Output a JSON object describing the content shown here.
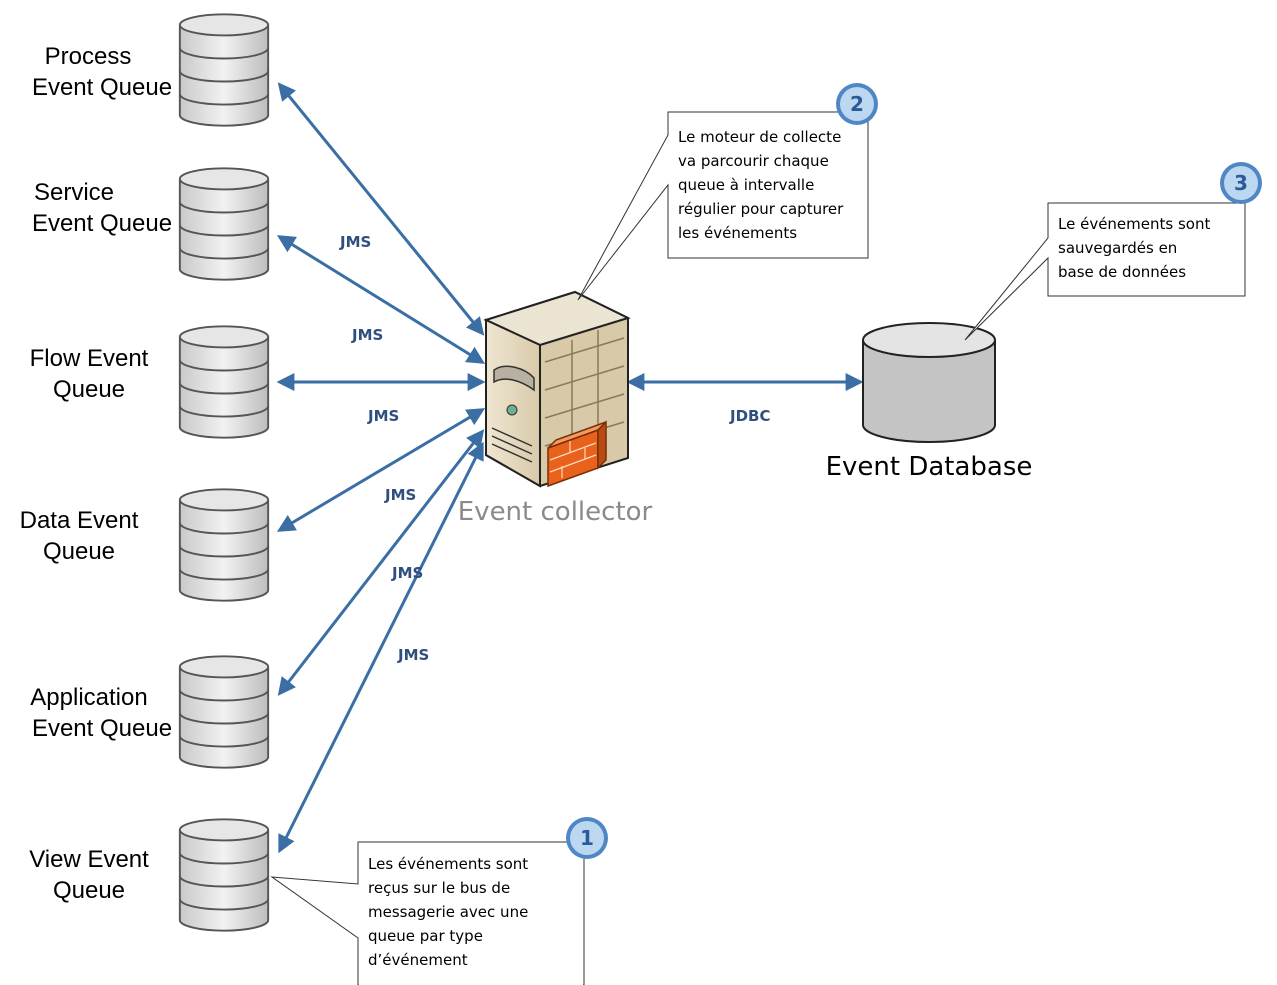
{
  "queues": [
    {
      "id": "process",
      "lines": [
        "Process",
        "Event Queue"
      ]
    },
    {
      "id": "service",
      "lines": [
        "Service",
        "Event Queue"
      ]
    },
    {
      "id": "flow",
      "lines": [
        "Flow Event",
        "Queue"
      ]
    },
    {
      "id": "data",
      "lines": [
        "Data Event",
        "Queue"
      ]
    },
    {
      "id": "application",
      "lines": [
        "Application",
        "Event Queue"
      ]
    },
    {
      "id": "view",
      "lines": [
        "View Event",
        "Queue"
      ]
    }
  ],
  "connections": {
    "jms_labels": [
      "JMS",
      "JMS",
      "JMS",
      "JMS",
      "JMS",
      "JMS"
    ],
    "jdbc_label": "JDBC"
  },
  "collector": {
    "label": "Event collector"
  },
  "database": {
    "label": "Event Database"
  },
  "callouts": [
    {
      "number": "1",
      "lines": [
        "Les événements sont",
        "reçus sur le bus de",
        "messagerie avec une",
        "queue par type",
        "d’événement"
      ]
    },
    {
      "number": "2",
      "lines": [
        "Le moteur de collecte",
        "va parcourir chaque",
        "queue à intervalle",
        "régulier pour capturer",
        "les événements"
      ]
    },
    {
      "number": "3",
      "lines": [
        "Le événements sont",
        "sauvegardés en",
        "base de données"
      ]
    }
  ],
  "colors": {
    "arrow": "#3a6ea5",
    "jms_text": "#2f4f7f",
    "badge_fill": "#bcd7f0",
    "badge_stroke": "#4f86c6",
    "firewall": "#e8621c"
  }
}
